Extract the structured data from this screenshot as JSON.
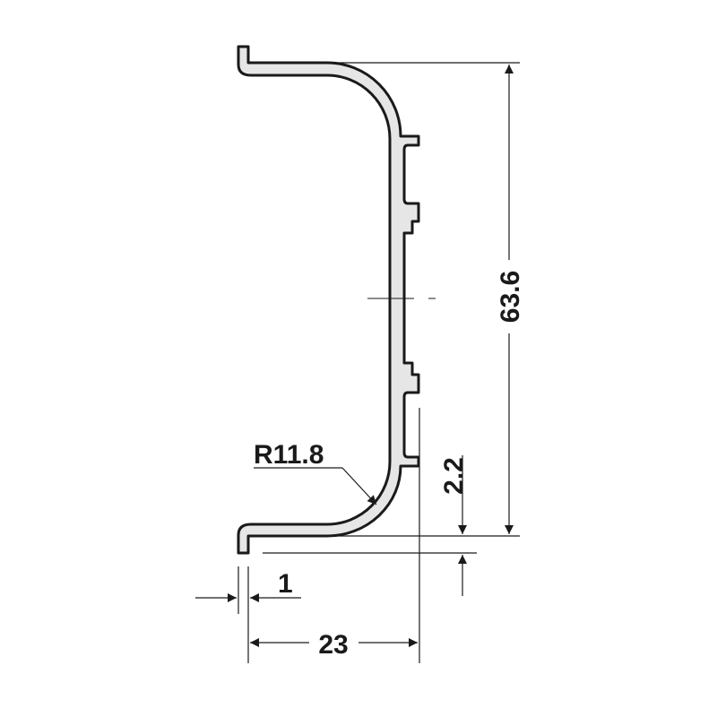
{
  "drawing": {
    "dimensions": {
      "height": "63.6",
      "radius": "R11.8",
      "lip_offset": "2.2",
      "lip_thickness": "1",
      "depth": "23"
    },
    "colors": {
      "profile_fill": "#e6e6e6",
      "line": "#1a1a1a"
    }
  }
}
